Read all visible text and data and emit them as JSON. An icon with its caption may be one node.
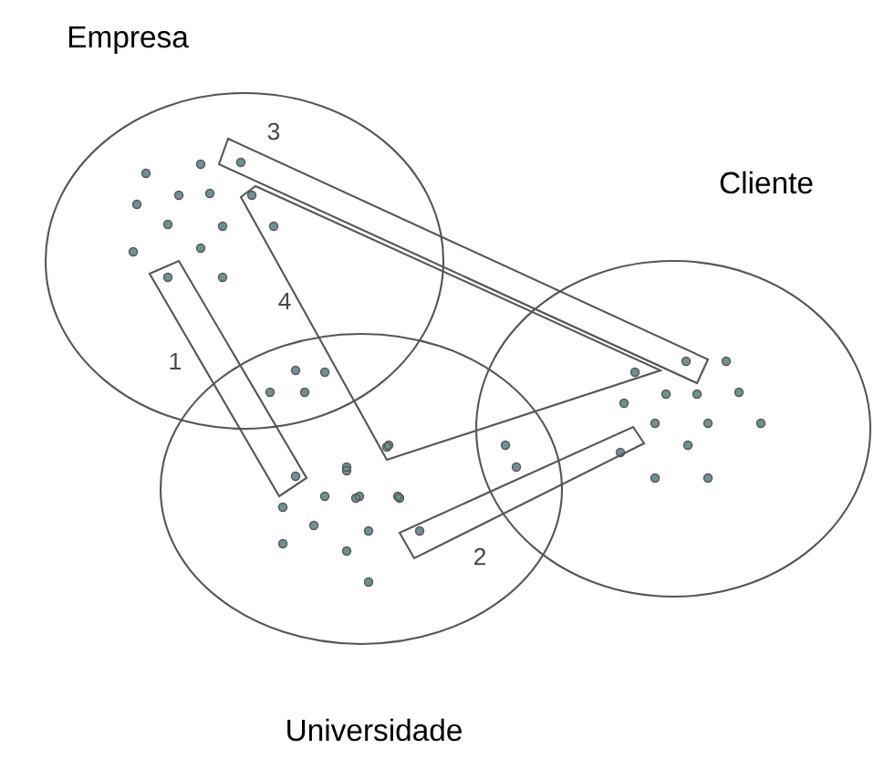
{
  "diagram": {
    "nodes": [
      {
        "text": [
          "Empresa"
        ]
      },
      {
        "text": [
          "Cliente"
        ]
      },
      {
        "text": [
          "Universidade"
        ]
      },
      {
        "text": [],
        "shape": "bar",
        "beside": [
          "1"
        ]
      },
      {
        "text": [],
        "shape": "bar",
        "beside": [
          "2"
        ]
      },
      {
        "text": [],
        "shape": "bar",
        "beside": [
          "3"
        ]
      },
      {
        "text": [],
        "shape": "bar",
        "beside": [
          "4"
        ]
      }
    ]
  }
}
